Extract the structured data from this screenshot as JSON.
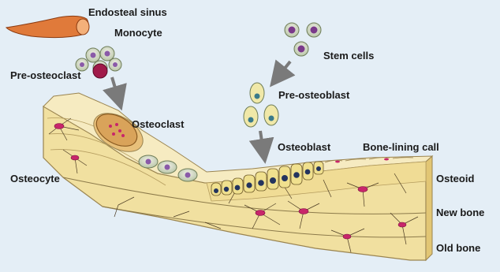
{
  "labels": {
    "endosteal_sinus": "Endosteal sinus",
    "monocyte": "Monocyte",
    "pre_osteoclast": "Pre-osteoclast",
    "osteoclast": "Osteoclast",
    "osteocyte": "Osteocyte",
    "stem_cells": "Stem cells",
    "pre_osteoblast": "Pre-osteoblast",
    "osteoblast": "Osteoblast",
    "bone_lining_call": "Bone-lining call",
    "osteoid": "Osteoid",
    "new_bone": "New bone",
    "old_bone": "Old bone"
  },
  "colors": {
    "background": "#e4eef6",
    "bone_surface": "#f2e3a6",
    "bone_side": "#e9cf7c",
    "osteocyte_cell": "#c8266a",
    "arrow": "#7a7a7a"
  }
}
